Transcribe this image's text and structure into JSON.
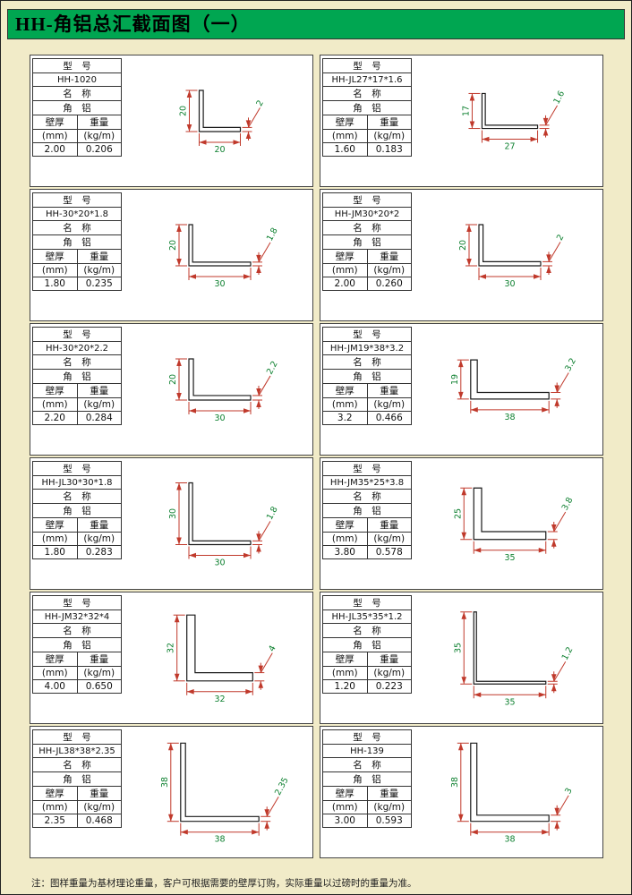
{
  "title": "HH-角铝总汇截面图（一）",
  "note": "注：图样重量为基材理论重量，客户可根据需要的壁厚订购，实际重量以过磅时的重量为准。",
  "labels": {
    "model": "型　号",
    "name": "名　称",
    "product": "角　铝",
    "thickness": "壁厚",
    "thickness_unit": "(mm)",
    "weight": "重量",
    "weight_unit": "(kg/m)"
  },
  "colors": {
    "title_bg": "#00a651",
    "page_bg": "#f1ebc8",
    "dim_line": "#c0392b",
    "dim_text": "#0e8030",
    "shape_stroke": "#1a1a1a"
  },
  "cells": [
    {
      "model": "HH-1020",
      "thickness": "2.00",
      "weight": "0.206",
      "dims": {
        "v": 20,
        "h": 20,
        "t": 2,
        "v_label": "20",
        "h_label": "20",
        "t_label": "2"
      }
    },
    {
      "model": "HH-30*20*1.8",
      "thickness": "1.80",
      "weight": "0.235",
      "dims": {
        "v": 20,
        "h": 30,
        "t": 1.8,
        "v_label": "20",
        "h_label": "30",
        "t_label": "1.8"
      }
    },
    {
      "model": "HH-30*20*2.2",
      "thickness": "2.20",
      "weight": "0.284",
      "dims": {
        "v": 20,
        "h": 30,
        "t": 2.2,
        "v_label": "20",
        "h_label": "30",
        "t_label": "2.2"
      }
    },
    {
      "model": "HH-JL30*30*1.8",
      "thickness": "1.80",
      "weight": "0.283",
      "dims": {
        "v": 30,
        "h": 30,
        "t": 1.8,
        "v_label": "30",
        "h_label": "30",
        "t_label": "1.8"
      }
    },
    {
      "model": "HH-JM32*32*4",
      "thickness": "4.00",
      "weight": "0.650",
      "dims": {
        "v": 32,
        "h": 32,
        "t": 4,
        "v_label": "32",
        "h_label": "32",
        "t_label": "4"
      }
    },
    {
      "model": "HH-JL38*38*2.35",
      "thickness": "2.35",
      "weight": "0.468",
      "dims": {
        "v": 38,
        "h": 38,
        "t": 2.35,
        "v_label": "38",
        "h_label": "38",
        "t_label": "2.35"
      }
    },
    {
      "model": "HH-JL27*17*1.6",
      "thickness": "1.60",
      "weight": "0.183",
      "dims": {
        "v": 17,
        "h": 27,
        "t": 1.6,
        "v_label": "17",
        "h_label": "27",
        "t_label": "1.6"
      }
    },
    {
      "model": "HH-JM30*20*2",
      "thickness": "2.00",
      "weight": "0.260",
      "dims": {
        "v": 20,
        "h": 30,
        "t": 2,
        "v_label": "20",
        "h_label": "30",
        "t_label": "2"
      }
    },
    {
      "model": "HH-JM19*38*3.2",
      "thickness": "3.2",
      "weight": "0.466",
      "dims": {
        "v": 19,
        "h": 38,
        "t": 3.2,
        "v_label": "19",
        "h_label": "38",
        "t_label": "3.2"
      }
    },
    {
      "model": "HH-JM35*25*3.8",
      "thickness": "3.80",
      "weight": "0.578",
      "dims": {
        "v": 25,
        "h": 35,
        "t": 3.8,
        "v_label": "25",
        "h_label": "35",
        "t_label": "3.8"
      }
    },
    {
      "model": "HH-JL35*35*1.2",
      "thickness": "1.20",
      "weight": "0.223",
      "dims": {
        "v": 35,
        "h": 35,
        "t": 1.2,
        "v_label": "35",
        "h_label": "35",
        "t_label": "1.2"
      }
    },
    {
      "model": "HH-139",
      "thickness": "3.00",
      "weight": "0.593",
      "dims": {
        "v": 38,
        "h": 38,
        "t": 3,
        "v_label": "38",
        "h_label": "38",
        "t_label": "3"
      }
    }
  ]
}
